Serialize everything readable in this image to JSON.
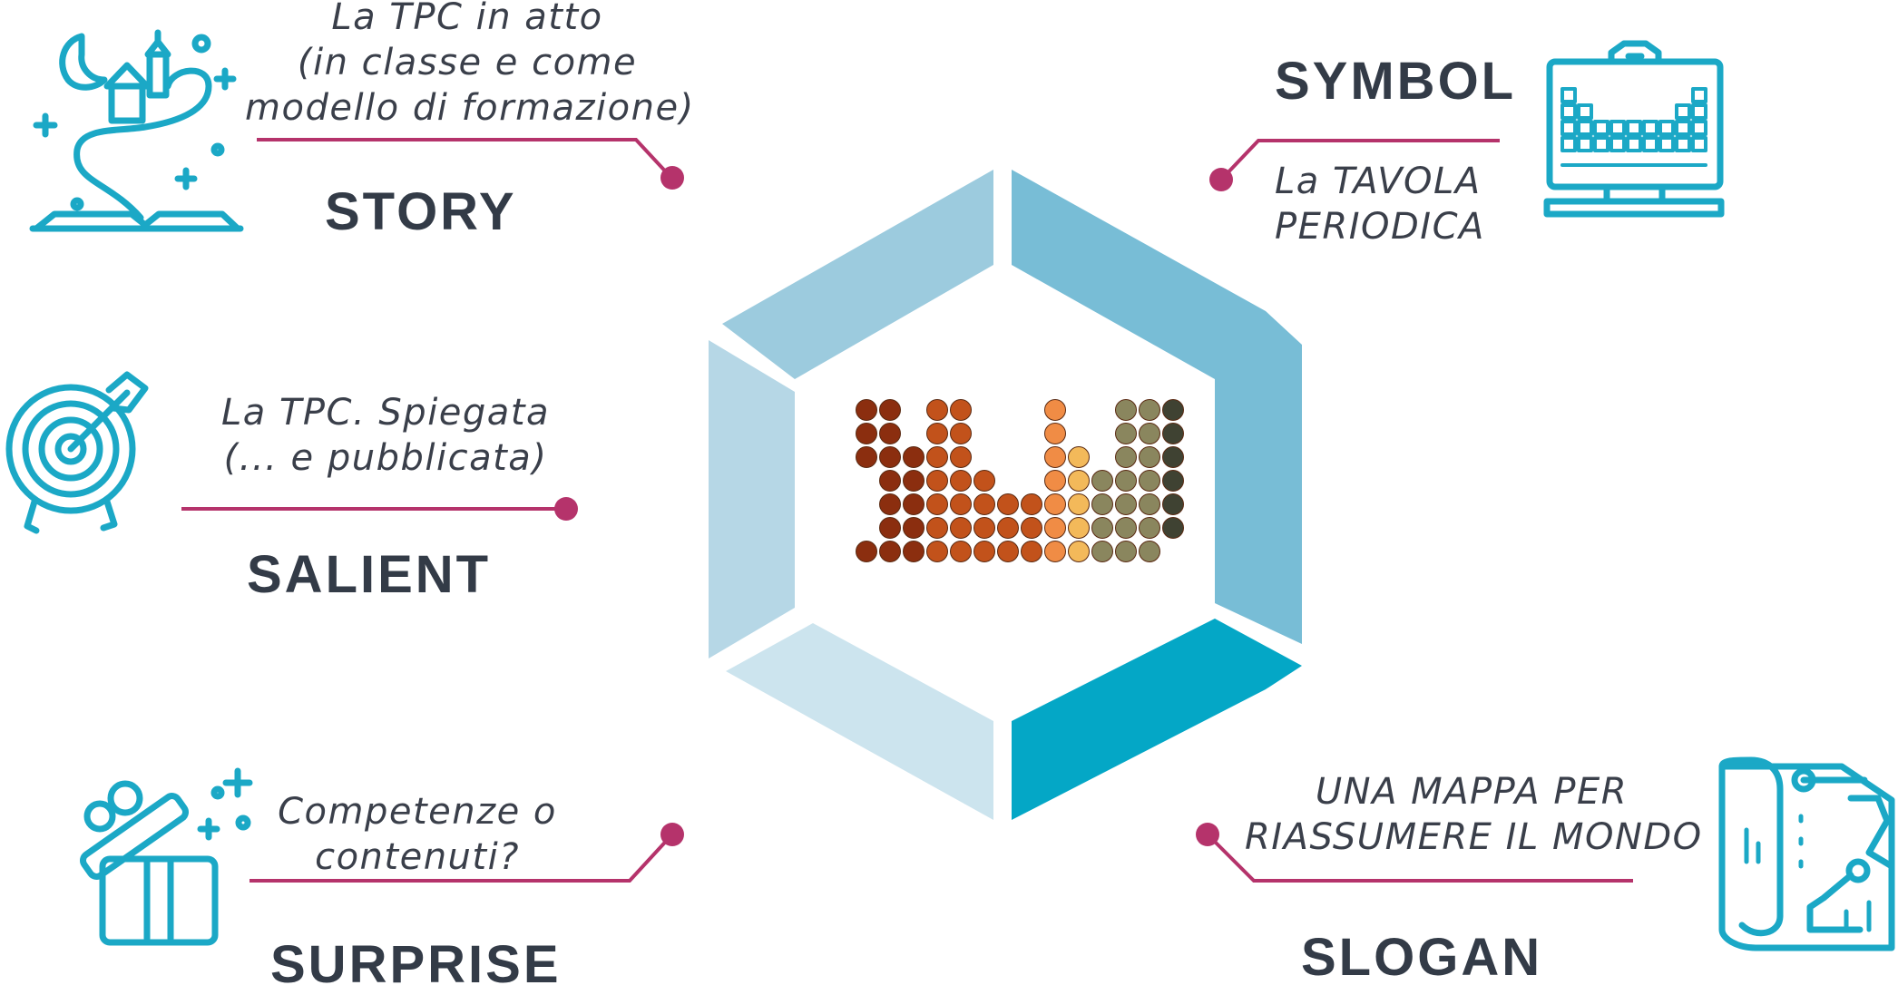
{
  "colors": {
    "ink": "#333b47",
    "accent": "#b5336b",
    "icon": "#1ba8c6",
    "hex_segments": [
      "#9ccbde",
      "#78bdd6",
      "#04a7c6",
      "#cce4ee",
      "#b6d7e6"
    ]
  },
  "items": [
    {
      "id": "story",
      "label": "STORY",
      "description": [
        "La TPC in atto",
        "(in classe e come",
        "modello di formazione)"
      ],
      "icon": "storybook-castle-icon"
    },
    {
      "id": "symbol",
      "label": "SYMBOL",
      "description": [
        "La TAVOLA",
        "PERIODICA"
      ],
      "icon": "periodic-table-monitor-icon"
    },
    {
      "id": "salient",
      "label": "SALIENT",
      "description": [
        "La TPC. Spiegata",
        "(... e pubblicata)"
      ],
      "icon": "target-arrow-icon"
    },
    {
      "id": "surprise",
      "label": "SURPRISE",
      "description": [
        "Competenze o",
        "contenuti?"
      ],
      "icon": "gift-box-icon"
    },
    {
      "id": "slogan",
      "label": "SLOGAN",
      "description": [
        "UNA MAPPA PER",
        "RIASSUMERE IL MONDO"
      ],
      "icon": "folded-map-icon"
    }
  ],
  "center": {
    "icon": "periodic-table-dots-icon",
    "dot_colors": [
      "#8b2e0f",
      "#c2521b",
      "#f08c45",
      "#f3b95a",
      "#8a865e",
      "#3f4232"
    ]
  }
}
